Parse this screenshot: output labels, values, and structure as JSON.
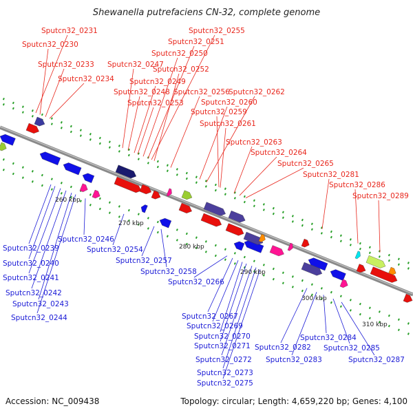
{
  "title": "Shewanella putrefaciens CN-32, complete genome",
  "footer": {
    "accession": "Accession: NC_009438",
    "info": "Topology: circular; Length: 4,659,220 bp; Genes: 4,100"
  },
  "scale_labels": [
    "260 kbp",
    "270 kbp",
    "280 kbp",
    "290 kbp",
    "300 kbp",
    "310 kbp"
  ],
  "top_labels": [
    "Sputcn32_0231",
    "Sputcn32_0230",
    "Sputcn32_0233",
    "Sputcn32_0234",
    "Sputcn32_0255",
    "Sputcn32_0251",
    "Sputcn32_0250",
    "Sputcn32_0247",
    "Sputcn32_0252",
    "Sputcn32_0249",
    "Sputcn32_0248",
    "Sputcn32_0256",
    "Sputcn32_0262",
    "Sputcn32_0253",
    "Sputcn32_0260",
    "Sputcn32_0259",
    "Sputcn32_0261",
    "Sputcn32_0263",
    "Sputcn32_0264",
    "Sputcn32_0265",
    "Sputcn32_0281",
    "Sputcn32_0286",
    "Sputcn32_0289"
  ],
  "bottom_labels": [
    "Sputcn32_0246",
    "Sputcn32_0239",
    "Sputcn32_0240",
    "Sputcn32_0241",
    "Sputcn32_0242",
    "Sputcn32_0243",
    "Sputcn32_0244",
    "Sputcn32_0254",
    "Sputcn32_0257",
    "Sputcn32_0258",
    "Sputcn32_0266",
    "Sputcn32_0267",
    "Sputcn32_0269",
    "Sputcn32_0270",
    "Sputcn32_0271",
    "Sputcn32_0272",
    "Sputcn32_0273",
    "Sputcn32_0275",
    "Sputcn32_0282",
    "Sputcn32_0283",
    "Sputcn32_0284",
    "Sputcn32_0285",
    "Sputcn32_0287"
  ],
  "colors": {
    "forward_label": "#e8261c",
    "reverse_label": "#1a1ad6",
    "forward_gene": "#e8100c",
    "reverse_gene": "#1010e8",
    "backbone": "#8a8a8a",
    "tick_green": "#2aa02a"
  }
}
